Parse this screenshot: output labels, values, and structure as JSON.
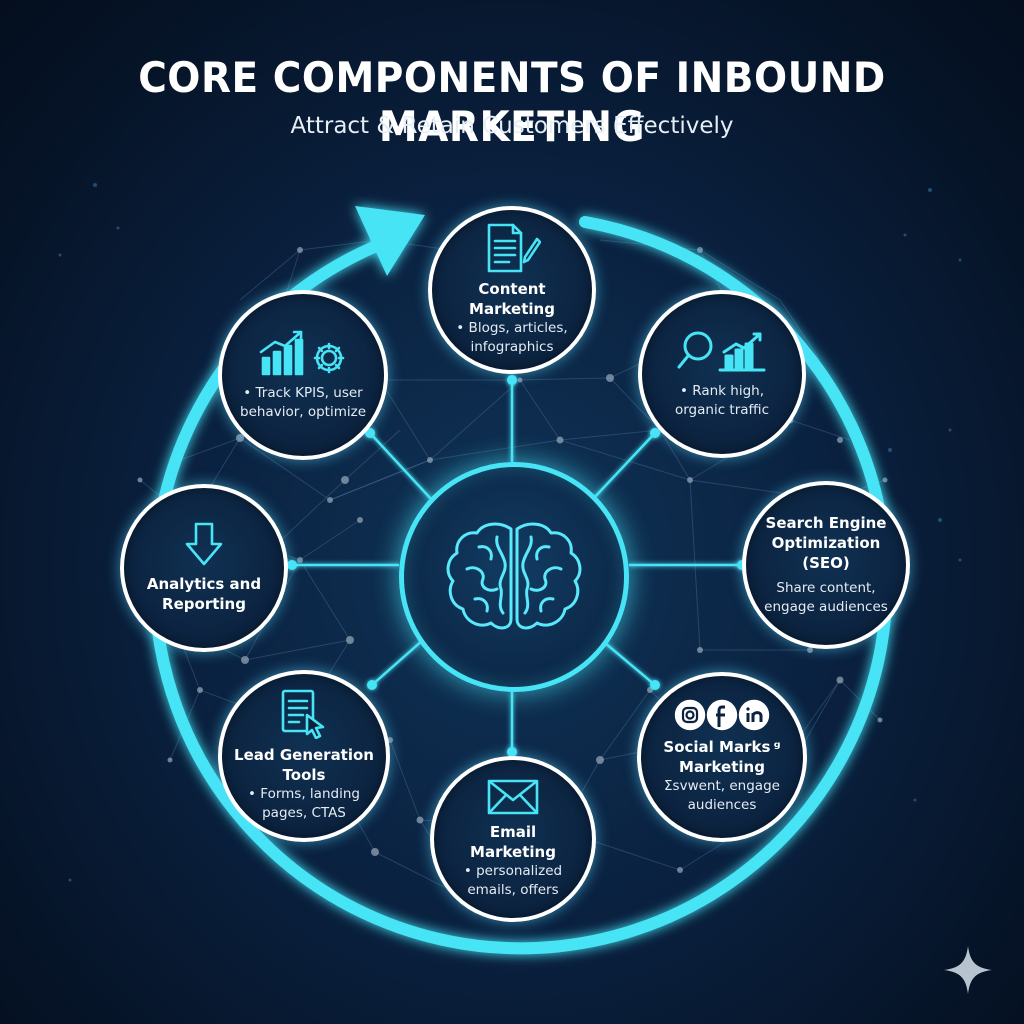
{
  "header": {
    "title": "CORE COMPONENTS OF INBOUND MARKETING",
    "subtitle": "Attract & Retain Customers Effectively"
  },
  "hub": {
    "icon": "brain-icon"
  },
  "nodes": {
    "content": {
      "icon": "document-pen-icon",
      "title": "Content Marketing",
      "text": "• Blogs, articles, infographics"
    },
    "seo_icon": {
      "icon": "magnifier-chart-icon",
      "text": "• Rank high, organic traffic"
    },
    "seo": {
      "title": "Search Engine Optimization (SEO)",
      "text": "Share content, engage audiences"
    },
    "social": {
      "icon": "social-logos-icon",
      "title": "Social Marks ᵍ Marketing",
      "text": "Ʃsvwent, engage audiences"
    },
    "email": {
      "icon": "envelope-icon",
      "title": "Email Marketing",
      "text": "• personalized emails, offers"
    },
    "lead": {
      "icon": "form-cursor-icon",
      "title": "Lead Generation Tools",
      "text": "• Forms, landing pages, CTAS"
    },
    "analytics": {
      "icon": "download-arrow-icon",
      "title": "Analytics and Reporting"
    },
    "kpis": {
      "icon": "chart-gear-icon",
      "text": "• Track KPIS, user behavior, optimize"
    }
  },
  "colors": {
    "accent": "#47e4f6",
    "background": "#0a2140",
    "node_border": "#ffffff",
    "text": "#ffffff"
  }
}
